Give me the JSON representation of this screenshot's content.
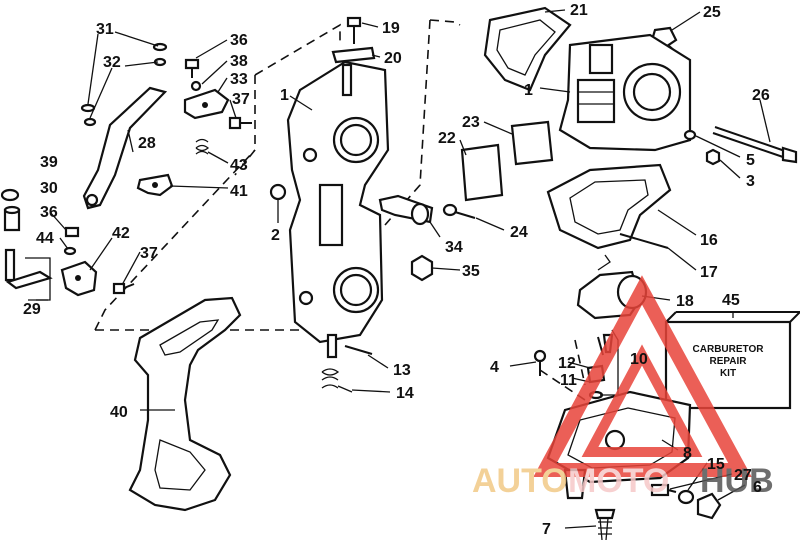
{
  "diagram": {
    "callouts": [
      "1",
      "1",
      "2",
      "3",
      "4",
      "5",
      "6",
      "7",
      "8",
      "10",
      "11",
      "12",
      "13",
      "14",
      "15",
      "16",
      "17",
      "18",
      "19",
      "20",
      "21",
      "22",
      "23",
      "24",
      "25",
      "26",
      "27",
      "28",
      "29",
      "30",
      "31",
      "32",
      "33",
      "34",
      "35",
      "36",
      "36",
      "37",
      "37",
      "38",
      "39",
      "40",
      "41",
      "42",
      "43",
      "44",
      "45"
    ],
    "kit_box": {
      "line1": "CARBURETOR",
      "line2": "REPAIR",
      "line3": "KIT"
    }
  },
  "watermark": {
    "part1": "AUTO",
    "part2": "MOTO",
    "part3": "HUB",
    "colors": {
      "auto": "#f2c987",
      "moto": "#f6c8c8",
      "hub": "#555555",
      "triangle": "#e8443a"
    }
  }
}
